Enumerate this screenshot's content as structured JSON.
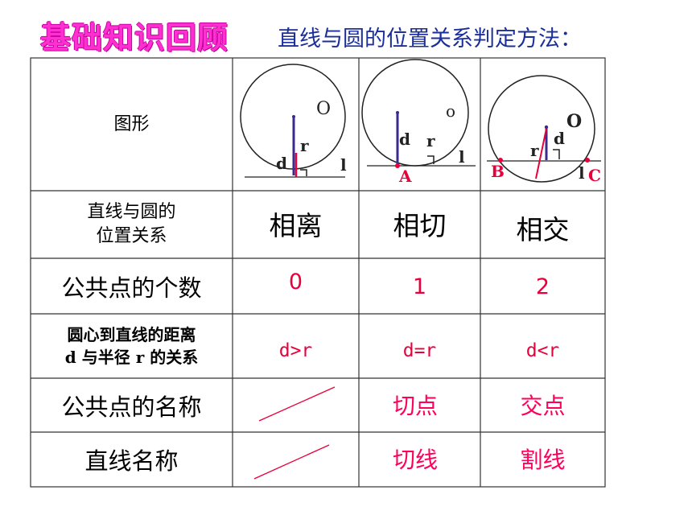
{
  "header": {
    "title": "基础知识回顾",
    "subtitle": "直线与圆的位置关系判定方法："
  },
  "table": {
    "row_labels": {
      "figure": "图形",
      "position_line1": "直线与圆的",
      "position_line2": "位置关系",
      "count": "公共点的个数",
      "distance_line1": "圆心到直线的距离",
      "distance_line2": "d 与半径 r 的关系",
      "point_name": "公共点的名称",
      "line_name": "直线名称"
    },
    "columns": [
      {
        "relation": "相离",
        "count": "0",
        "condition": "d>r",
        "point_name": "",
        "line_name": "",
        "labels": {
          "o": "O",
          "r": "r",
          "d": "d",
          "l": "l"
        }
      },
      {
        "relation": "相切",
        "count": "1",
        "condition": "d=r",
        "point_name": "切点",
        "line_name": "切线",
        "labels": {
          "o": "o",
          "r": "r",
          "d": "d",
          "l": "l",
          "a": "A"
        }
      },
      {
        "relation": "相交",
        "count": "2",
        "condition": "d<r",
        "point_name": "交点",
        "line_name": "割线",
        "labels": {
          "o": "O",
          "r": "r",
          "d": "d",
          "l": "l",
          "b": "B",
          "c": "C"
        }
      }
    ]
  },
  "colors": {
    "title": "#ff2fd0",
    "subtitle": "#1b2f9c",
    "radius": "#3a2a8c",
    "accent": "#e8003a"
  }
}
